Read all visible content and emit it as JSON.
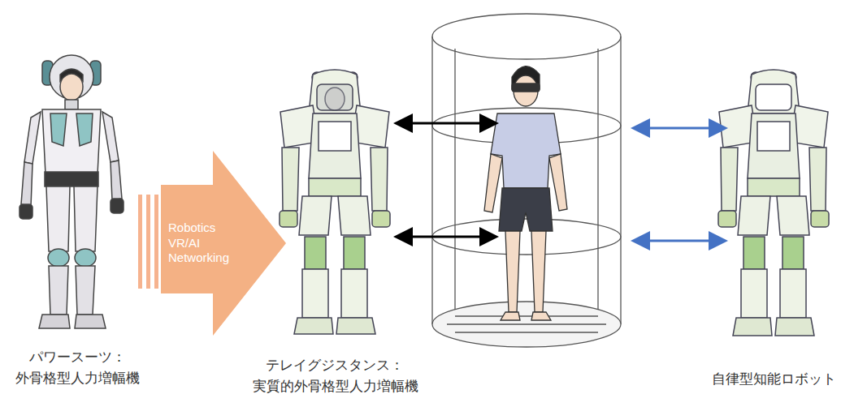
{
  "diagram": {
    "nodes": [
      {
        "text": [
          "パワースーツ： 外骨格型人力増幅機"
        ]
      },
      {
        "text": [
          "Robotics VR/AI Networking"
        ]
      },
      {
        "text": [
          "テレイグジスタンス： 実質的外骨格型人力増幅機"
        ]
      },
      {
        "text": [
          "自律型知能ロボット"
        ]
      }
    ]
  }
}
